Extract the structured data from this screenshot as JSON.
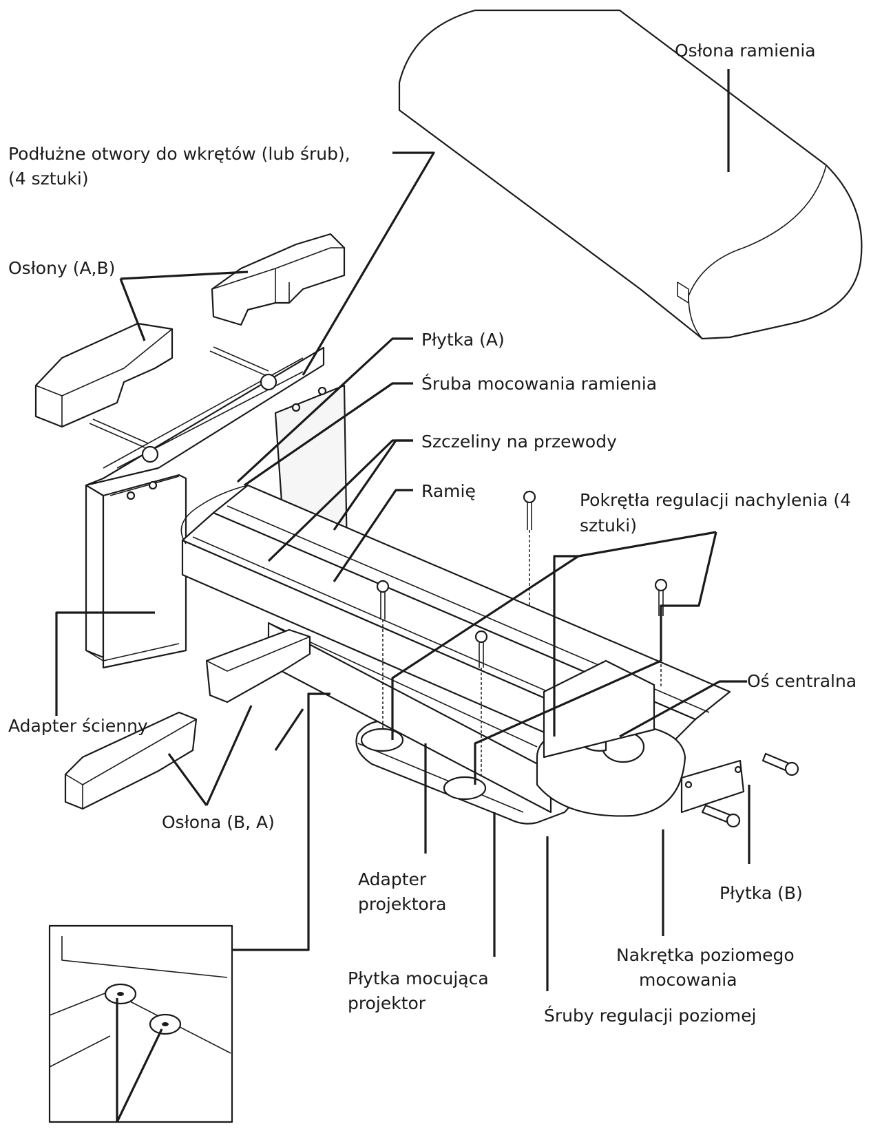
{
  "labels": {
    "oslona_ramienia": "Osłona ramienia",
    "podluzne_line1": "Podłużne otwory do wkrętów (lub śrub),",
    "podluzne_line2": "(4 sztuki)",
    "oslony_ab": "Osłony (A,B)",
    "plytka_a": "Płytka (A)",
    "sruba_mocowania": "Śruba mocowania ramienia",
    "szczeliny": "Szczeliny na przewody",
    "ramie": "Ramię",
    "pokretla_line1": "Pokrętła regulacji nachylenia (4",
    "pokretla_line2": "sztuki)",
    "os_centralna": "Oś centralna",
    "adapter_scienny": "Adapter ścienny",
    "oslona_ba": "Osłona (B, A)",
    "adapter_proj_line1": "Adapter",
    "adapter_proj_line2": "projektora",
    "plytka_b": "Płytka (B)",
    "nakretka_line1": "Nakrętka poziomego",
    "nakretka_line2": "mocowania",
    "plytka_mocujaca_line1": "Płytka mocująca",
    "plytka_mocujaca_line2": "projektor",
    "sruby_regulacji": "Śruby regulacji poziomej"
  },
  "colors": {
    "ink": "#1a1a1a",
    "paper": "#ffffff"
  }
}
